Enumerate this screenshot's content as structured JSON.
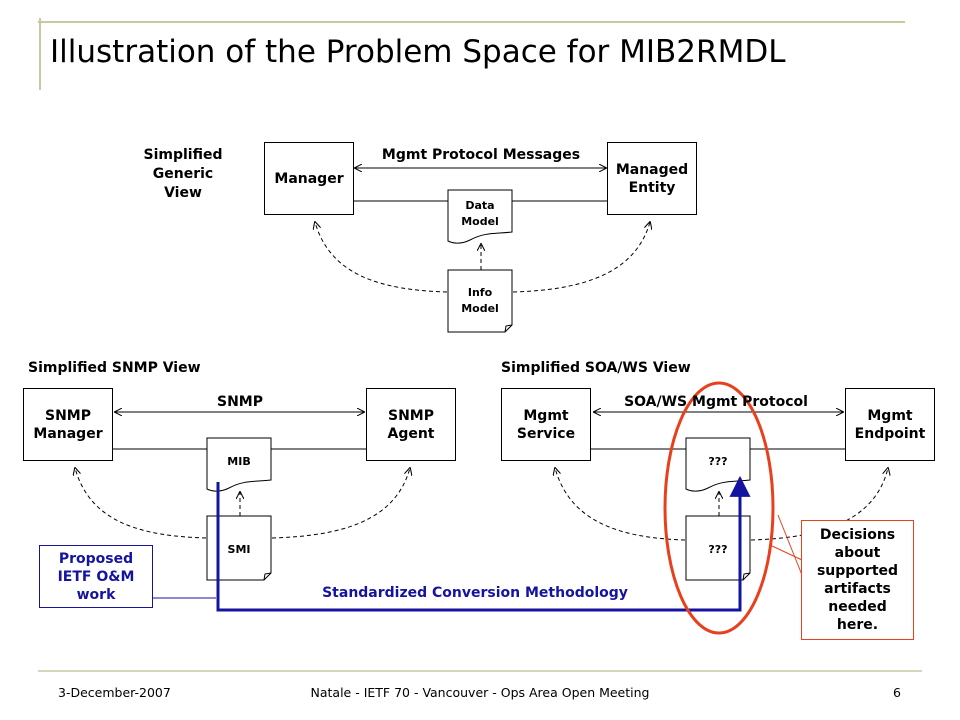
{
  "slide": {
    "title": "Illustration of the Problem Space for MIB2RMDL",
    "footer": {
      "date": "3-December-2007",
      "center": "Natale - IETF 70 - Vancouver - Ops Area Open Meeting",
      "page": "6"
    }
  },
  "generic_view": {
    "caption_line1": "Simplified",
    "caption_line2": "Generic",
    "caption_line3": "View",
    "left_box": "Manager",
    "right_box_line1": "Managed",
    "right_box_line2": "Entity",
    "protocol_label": "Mgmt Protocol Messages",
    "data_doc_line1": "Data",
    "data_doc_line2": "Model",
    "info_doc_line1": "Info",
    "info_doc_line2": "Model"
  },
  "snmp_view": {
    "caption": "Simplified SNMP View",
    "left_box_line1": "SNMP",
    "left_box_line2": "Manager",
    "right_box_line1": "SNMP",
    "right_box_line2": "Agent",
    "protocol_label": "SNMP",
    "data_doc": "MIB",
    "info_doc": "SMI"
  },
  "soa_view": {
    "caption": "Simplified SOA/WS View",
    "left_box_line1": "Mgmt",
    "left_box_line2": "Service",
    "right_box_line1": "Mgmt",
    "right_box_line2": "Endpoint",
    "protocol_label": "SOA/WS Mgmt Protocol",
    "data_doc": "???",
    "info_doc": "???"
  },
  "callouts": {
    "proposed_line1": "Proposed",
    "proposed_line2": "IETF O&M",
    "proposed_line3": "work",
    "decisions_line1": "Decisions",
    "decisions_line2": "about",
    "decisions_line3": "supported",
    "decisions_line4": "artifacts",
    "decisions_line5": "needed",
    "decisions_line6": "here.",
    "conversion_label": "Standardized Conversion Methodology"
  },
  "colors": {
    "accent_bar": "#c9c9a0",
    "conversion_blue": "#1414a0",
    "highlight_red": "#e8401c"
  }
}
